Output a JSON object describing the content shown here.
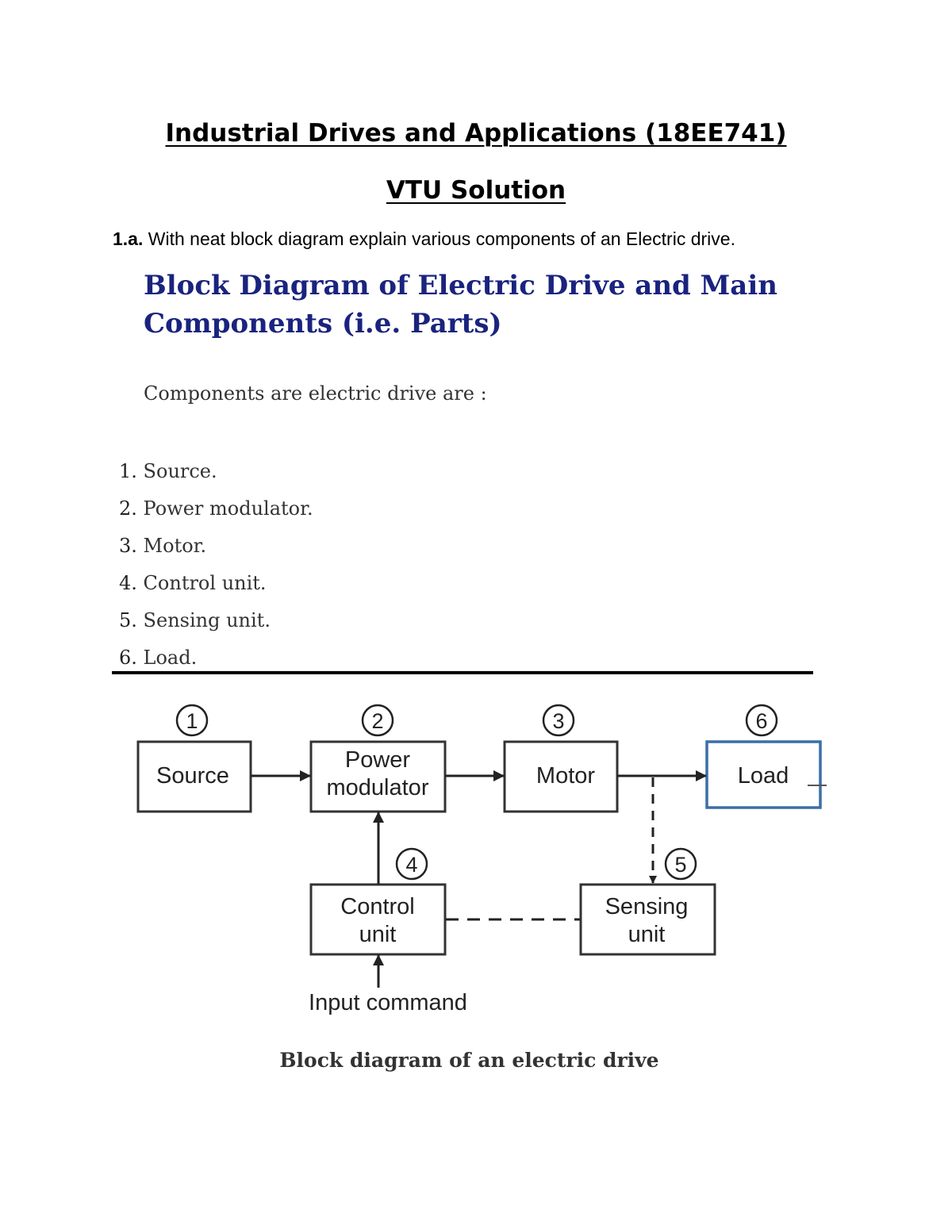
{
  "header": {
    "title": "Industrial Drives and Applications (18EE741)",
    "subtitle": "VTU Solution"
  },
  "question": {
    "number": "1.a.",
    "text": "With neat block diagram explain various components of an Electric drive."
  },
  "section": {
    "heading": "Block Diagram of Electric Drive and Main Components (i.e. Parts)",
    "intro": "Components are electric drive are :",
    "components": [
      {
        "num": "1.",
        "label": "Source."
      },
      {
        "num": "2.",
        "label": "Power modulator."
      },
      {
        "num": "3.",
        "label": "Motor."
      },
      {
        "num": "4.",
        "label": "Control unit."
      },
      {
        "num": "5.",
        "label": "Sensing unit."
      },
      {
        "num": "6.",
        "label": "Load."
      }
    ]
  },
  "diagram": {
    "blocks": {
      "source": {
        "number": "1",
        "line1": "Source"
      },
      "power_modulator": {
        "number": "2",
        "line1": "Power",
        "line2": "modulator"
      },
      "motor": {
        "number": "3",
        "line1": "Motor"
      },
      "control_unit": {
        "number": "4",
        "line1": "Control",
        "line2": "unit"
      },
      "sensing_unit": {
        "number": "5",
        "line1": "Sensing",
        "line2": "unit"
      },
      "load": {
        "number": "6",
        "line1": "Load"
      }
    },
    "input_label": "Input command",
    "load_border_color": "#3a6fa5",
    "caption": "Block diagram of an electric drive"
  }
}
